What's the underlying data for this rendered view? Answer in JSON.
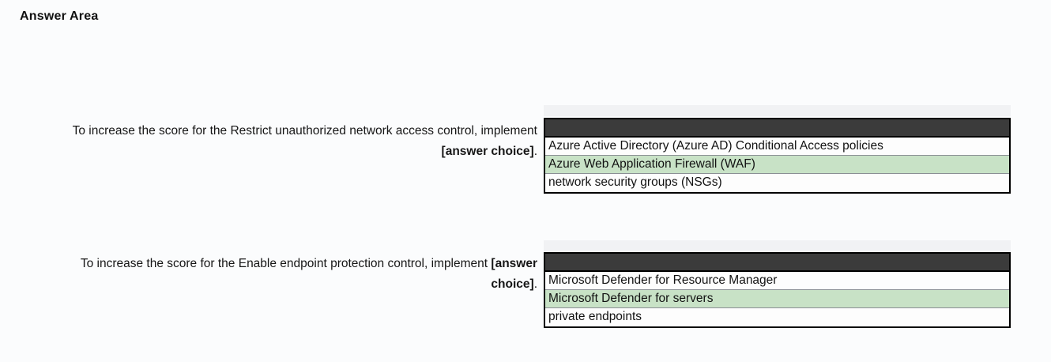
{
  "title": "Answer Area",
  "colors": {
    "dropdown_header_bg": "#3b3b3b",
    "selected_option_bg": "#c8e2c6",
    "table_border": "#000000",
    "row_divider": "#8a8f94",
    "text": "#161616"
  },
  "questions": [
    {
      "prompt": "To increase the score for the Restrict unauthorized network access control, implement",
      "placeholder": "[answer choice]",
      "suffix": ".",
      "options": [
        {
          "label": "Azure Active Directory (Azure AD) Conditional Access policies",
          "selected": false
        },
        {
          "label": "Azure Web Application Firewall (WAF)",
          "selected": true
        },
        {
          "label": "network security groups (NSGs)",
          "selected": false
        }
      ]
    },
    {
      "prompt": "To increase the score for the Enable endpoint protection control, implement",
      "placeholder": "[answer choice]",
      "suffix": ".",
      "options": [
        {
          "label": "Microsoft Defender for Resource Manager",
          "selected": false
        },
        {
          "label": "Microsoft Defender for servers",
          "selected": true
        },
        {
          "label": "private endpoints",
          "selected": false
        }
      ]
    }
  ]
}
